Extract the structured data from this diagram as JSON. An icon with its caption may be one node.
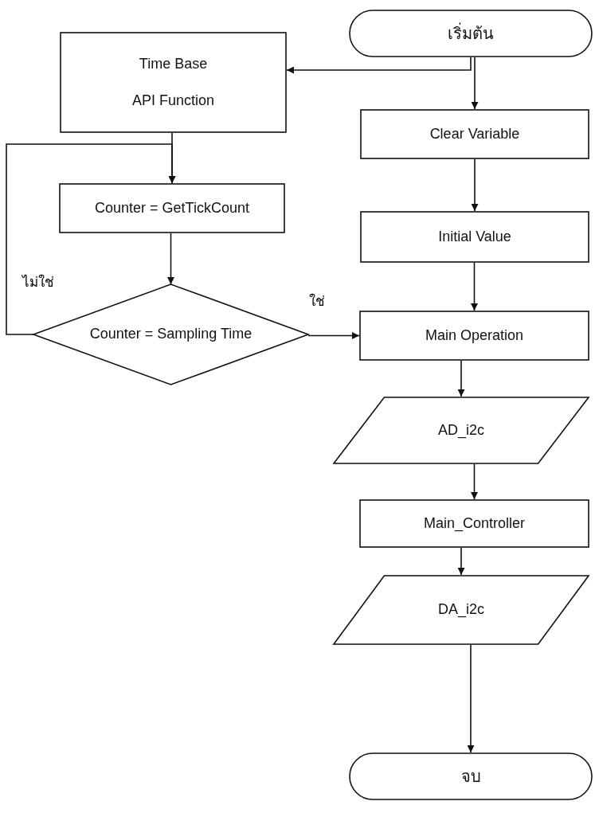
{
  "diagram": {
    "nodes": [
      {
        "text": [
          "เริ่มต้น"
        ]
      },
      {
        "text": [
          "Time Base",
          "API Function"
        ]
      },
      {
        "text": [
          "Clear Variable"
        ]
      },
      {
        "text": [
          "Counter = GetTickCount"
        ]
      },
      {
        "text": [
          "Initial Value"
        ]
      },
      {
        "text": [
          "Counter = Sampling Time"
        ]
      },
      {
        "text": [
          "Main Operation"
        ]
      },
      {
        "text": [
          "AD_i2c"
        ]
      },
      {
        "text": [
          "Main_Controller"
        ]
      },
      {
        "text": [
          "DA_i2c"
        ]
      },
      {
        "text": [
          "จบ"
        ]
      }
    ],
    "edges": [
      {
        "from": 0,
        "to": 1,
        "arrow": "to"
      },
      {
        "from": 0,
        "to": 2,
        "arrow": "to"
      },
      {
        "from": 1,
        "to": 3,
        "arrow": "to"
      },
      {
        "from": 3,
        "to": 5,
        "arrow": "to"
      },
      {
        "from": 5,
        "to": 3,
        "arrow": "to",
        "label": "ไม่ใช่"
      },
      {
        "from": 5,
        "to": 6,
        "arrow": "to",
        "label": "ใช่"
      },
      {
        "from": 2,
        "to": 4,
        "arrow": "to"
      },
      {
        "from": 4,
        "to": 6,
        "arrow": "to"
      },
      {
        "from": 6,
        "to": 7,
        "arrow": "to"
      },
      {
        "from": 7,
        "to": 8,
        "arrow": "to"
      },
      {
        "from": 8,
        "to": 9,
        "arrow": "to"
      },
      {
        "from": 9,
        "to": 10,
        "arrow": "to"
      }
    ]
  }
}
